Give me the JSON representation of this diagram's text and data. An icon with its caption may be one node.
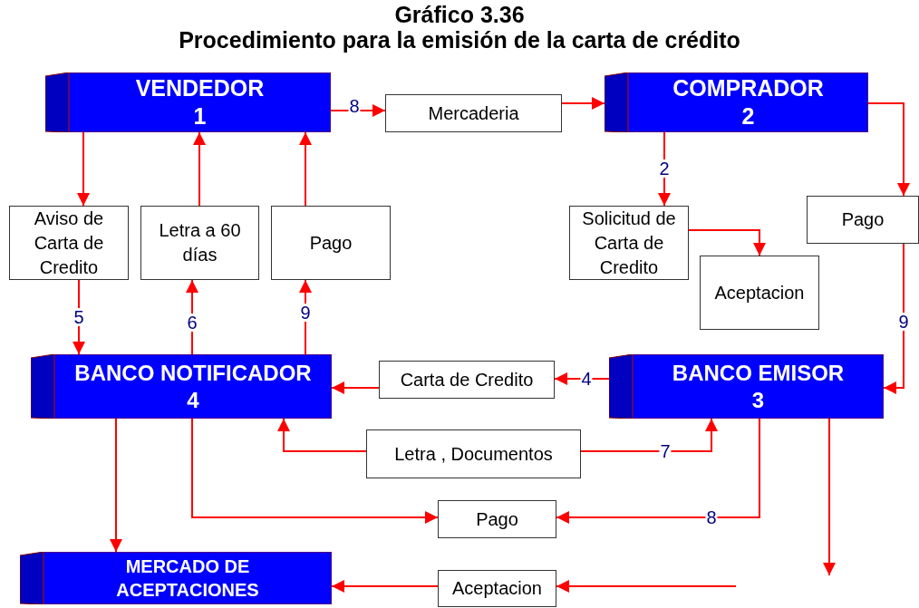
{
  "diagram": {
    "title": "Gráfico 3.36",
    "caption": "Procedimiento para la emisión de la carta de crédito",
    "nodes": [
      {
        "text": [
          "VENDEDOR",
          "1"
        ]
      },
      {
        "text": [
          "Mercaderia"
        ]
      },
      {
        "text": [
          "COMPRADOR",
          "2"
        ]
      },
      {
        "text": [
          "Aviso de Carta de Credito"
        ]
      },
      {
        "text": [
          "Letra a 60 días"
        ]
      },
      {
        "text": [
          "Pago"
        ]
      },
      {
        "text": [
          "Solicitud de Carta de Credito"
        ]
      },
      {
        "text": [
          "Aceptacion"
        ]
      },
      {
        "text": [
          "Pago"
        ]
      },
      {
        "text": [
          "BANCO NOTIFICADOR",
          "4"
        ]
      },
      {
        "text": [
          "Carta de Credito"
        ]
      },
      {
        "text": [
          "BANCO EMISOR",
          "3"
        ]
      },
      {
        "text": [
          "Letra , Documentos"
        ]
      },
      {
        "text": [
          "Pago"
        ]
      },
      {
        "text": [
          "MERCADO DE ACEPTACIONES"
        ]
      },
      {
        "text": [
          "Aceptacion"
        ]
      }
    ],
    "edges": [
      {
        "from": 0,
        "to": 1,
        "arrow": "to",
        "label": "8"
      },
      {
        "from": 1,
        "to": 2,
        "arrow": "to"
      },
      {
        "from": 2,
        "to": 8,
        "arrow": "to"
      },
      {
        "from": 2,
        "to": 6,
        "arrow": "to",
        "label": "2"
      },
      {
        "from": 6,
        "to": 7,
        "arrow": "to"
      },
      {
        "from": 0,
        "to": 3,
        "arrow": "to"
      },
      {
        "from": 3,
        "to": 9,
        "arrow": "to",
        "label": "5"
      },
      {
        "from": 4,
        "to": 0,
        "arrow": "to"
      },
      {
        "from": 5,
        "to": 0,
        "arrow": "to"
      },
      {
        "from": 9,
        "to": 4,
        "arrow": "to",
        "label": "6"
      },
      {
        "from": 9,
        "to": 5,
        "arrow": "to",
        "label": "9"
      },
      {
        "from": 8,
        "to": 11,
        "arrow": "to",
        "label": "9"
      },
      {
        "from": 11,
        "to": 10,
        "arrow": "to",
        "label": "4"
      },
      {
        "from": 10,
        "to": 9,
        "arrow": "to"
      },
      {
        "from": 12,
        "to": 9,
        "arrow": "to"
      },
      {
        "from": 12,
        "to": 11,
        "arrow": "to",
        "label": "7"
      },
      {
        "from": 9,
        "to": 13,
        "arrow": "to"
      },
      {
        "from": 11,
        "to": 13,
        "arrow": "to",
        "label": "8"
      },
      {
        "from": 9,
        "to": 14,
        "arrow": "to"
      },
      {
        "from": 11,
        "to": null,
        "arrow": "to"
      },
      {
        "from": null,
        "to": 15,
        "arrow": "to"
      },
      {
        "from": 15,
        "to": 14,
        "arrow": "to"
      }
    ]
  }
}
